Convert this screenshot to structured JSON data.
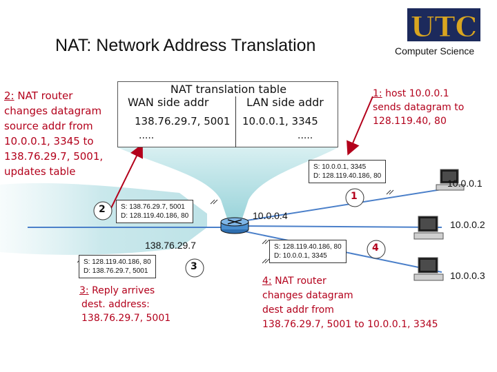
{
  "header": {
    "title": "NAT: Network Address Translation",
    "logo_text": "UTC",
    "department": "Computer Science"
  },
  "nat_table": {
    "title": "NAT translation table",
    "wan_header": "WAN side addr",
    "lan_header": "LAN side addr",
    "wan_value": "138.76.29.7, 5001",
    "lan_value": "10.0.0.1, 3345",
    "wan_more": ".....",
    "lan_more": "....."
  },
  "steps": {
    "step1": {
      "num": "1:",
      "text_lines": [
        "host 10.0.0.1",
        "sends datagram to",
        "128.119.40, 80"
      ],
      "marker": "1"
    },
    "step2": {
      "num": "2:",
      "text_lines": [
        "NAT router",
        "changes datagram",
        "source addr from",
        "10.0.0.1, 3345 to",
        "138.76.29.7, 5001,",
        "updates table"
      ],
      "marker": "2"
    },
    "step3": {
      "num": "3:",
      "text_lines": [
        "Reply arrives",
        "dest. address:",
        "138.76.29.7, 5001"
      ],
      "marker": "3"
    },
    "step4": {
      "num": "4:",
      "text_lines": [
        "NAT router",
        "changes datagram",
        "dest addr from",
        "138.76.29.7, 5001 to 10.0.0.1, 3345"
      ],
      "marker": "4"
    }
  },
  "packets": {
    "p1": {
      "src": "S: 10.0.0.1, 3345",
      "dst": "D: 128.119.40.186, 80"
    },
    "p2": {
      "src": "S: 138.76.29.7, 5001",
      "dst": "D: 128.119.40.186, 80"
    },
    "p3": {
      "src": "S: 128.119.40.186, 80",
      "dst": "D: 138.76.29.7, 5001"
    },
    "p4": {
      "src": "S: 128.119.40.186, 80",
      "dst": "D: 10.0.0.1, 3345"
    }
  },
  "network": {
    "router_lan_ip": "10.0.0.4",
    "router_wan_ip": "138.76.29.7",
    "hosts": [
      "10.0.0.1",
      "10.0.0.2",
      "10.0.0.3"
    ]
  },
  "colors": {
    "accent_red": "#b3001b",
    "wire_blue": "#4a7fc9",
    "funnel_teal": "#9fd4d9",
    "logo_gold": "#d9a520",
    "logo_navy": "#1c2a5c"
  }
}
